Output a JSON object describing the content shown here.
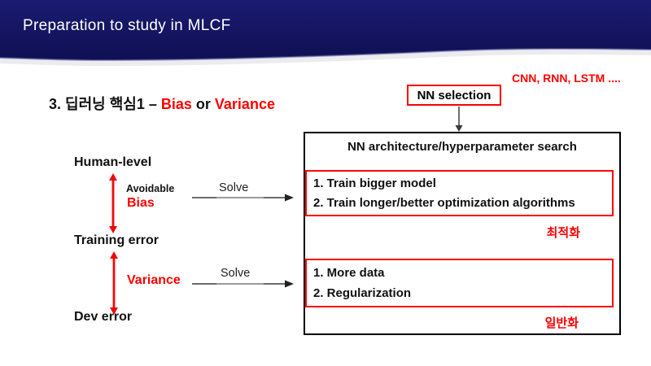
{
  "header": {
    "title": "Preparation to study in MLCF"
  },
  "title": {
    "prefix": "3. 딥러닝 핵심1 – ",
    "bias": "Bias",
    "or": " or ",
    "variance": "Variance"
  },
  "annotations": {
    "nn_types": "CNN, RNN, LSTM ....",
    "optimization_ko": "최적화",
    "generalization_ko": "일반화"
  },
  "nn_selection": {
    "label": "NN selection"
  },
  "search_box": {
    "title": "NN architecture/hyperparameter search",
    "bias_solutions": [
      "1. Train bigger model",
      "2. Train longer/better optimization algorithms"
    ],
    "variance_solutions": [
      "1. More data",
      "2. Regularization"
    ]
  },
  "error_levels": {
    "human": "Human-level",
    "training": "Training error",
    "dev": "Dev error"
  },
  "gaps": {
    "avoidable": "Avoidable",
    "bias": "Bias",
    "variance": "Variance"
  },
  "solve": {
    "label": "Solve"
  },
  "colors": {
    "header_navy": "#13135d",
    "accent_red": "#ff0000",
    "arrow_dark": "#3c3c3c",
    "box_black": "#000000"
  }
}
